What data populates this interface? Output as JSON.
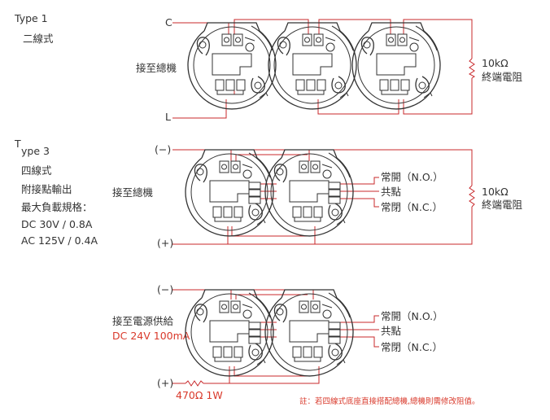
{
  "type1": {
    "title": "Type 1",
    "subtitle": "二線式",
    "terminal_c": "C",
    "terminal_l": "L",
    "panel_label": "接至總機",
    "resistor_value": "10kΩ",
    "resistor_label": "終端電阻"
  },
  "type3": {
    "title_t": "T",
    "title_rest": "ype 3",
    "lines": [
      "四線式",
      "附接點輸出",
      "最大負載規格：",
      "DC 30V / 0.8A",
      "AC 125V / 0.4A"
    ],
    "terminal_neg": "(−)",
    "terminal_pos": "(+)",
    "panel_label": "接至總機",
    "no_label": "常開（N.O.）",
    "com_label": "共點",
    "nc_label": "常閉（N.C.）",
    "resistor_value": "10kΩ",
    "resistor_label": "終端電阻"
  },
  "type_power": {
    "terminal_neg": "(−)",
    "terminal_pos": "(+)",
    "supply_label": "接至電源供給",
    "supply_voltage": "DC 24V 100mA",
    "resistor_label": "470Ω 1W",
    "no_label": "常開（N.O.）",
    "com_label": "共點",
    "nc_label": "常閉（N.C.）"
  },
  "note": "註：若四線式底座直接搭配總機,總機則需修改阻值。",
  "colors": {
    "wire": "#c8282b",
    "text": "#333333",
    "accent_text": "#d9392b"
  }
}
